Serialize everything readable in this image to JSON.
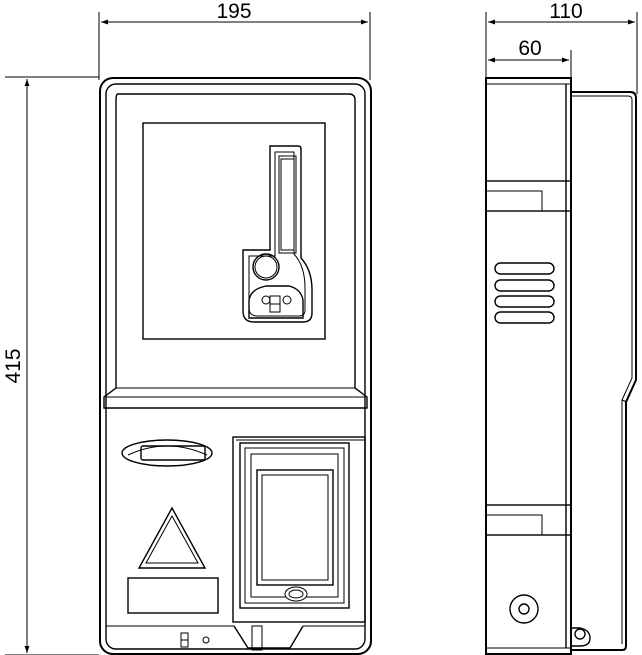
{
  "dimensions": {
    "front_width": "195",
    "side_depth": "110",
    "side_partial": "60",
    "height": "415"
  }
}
